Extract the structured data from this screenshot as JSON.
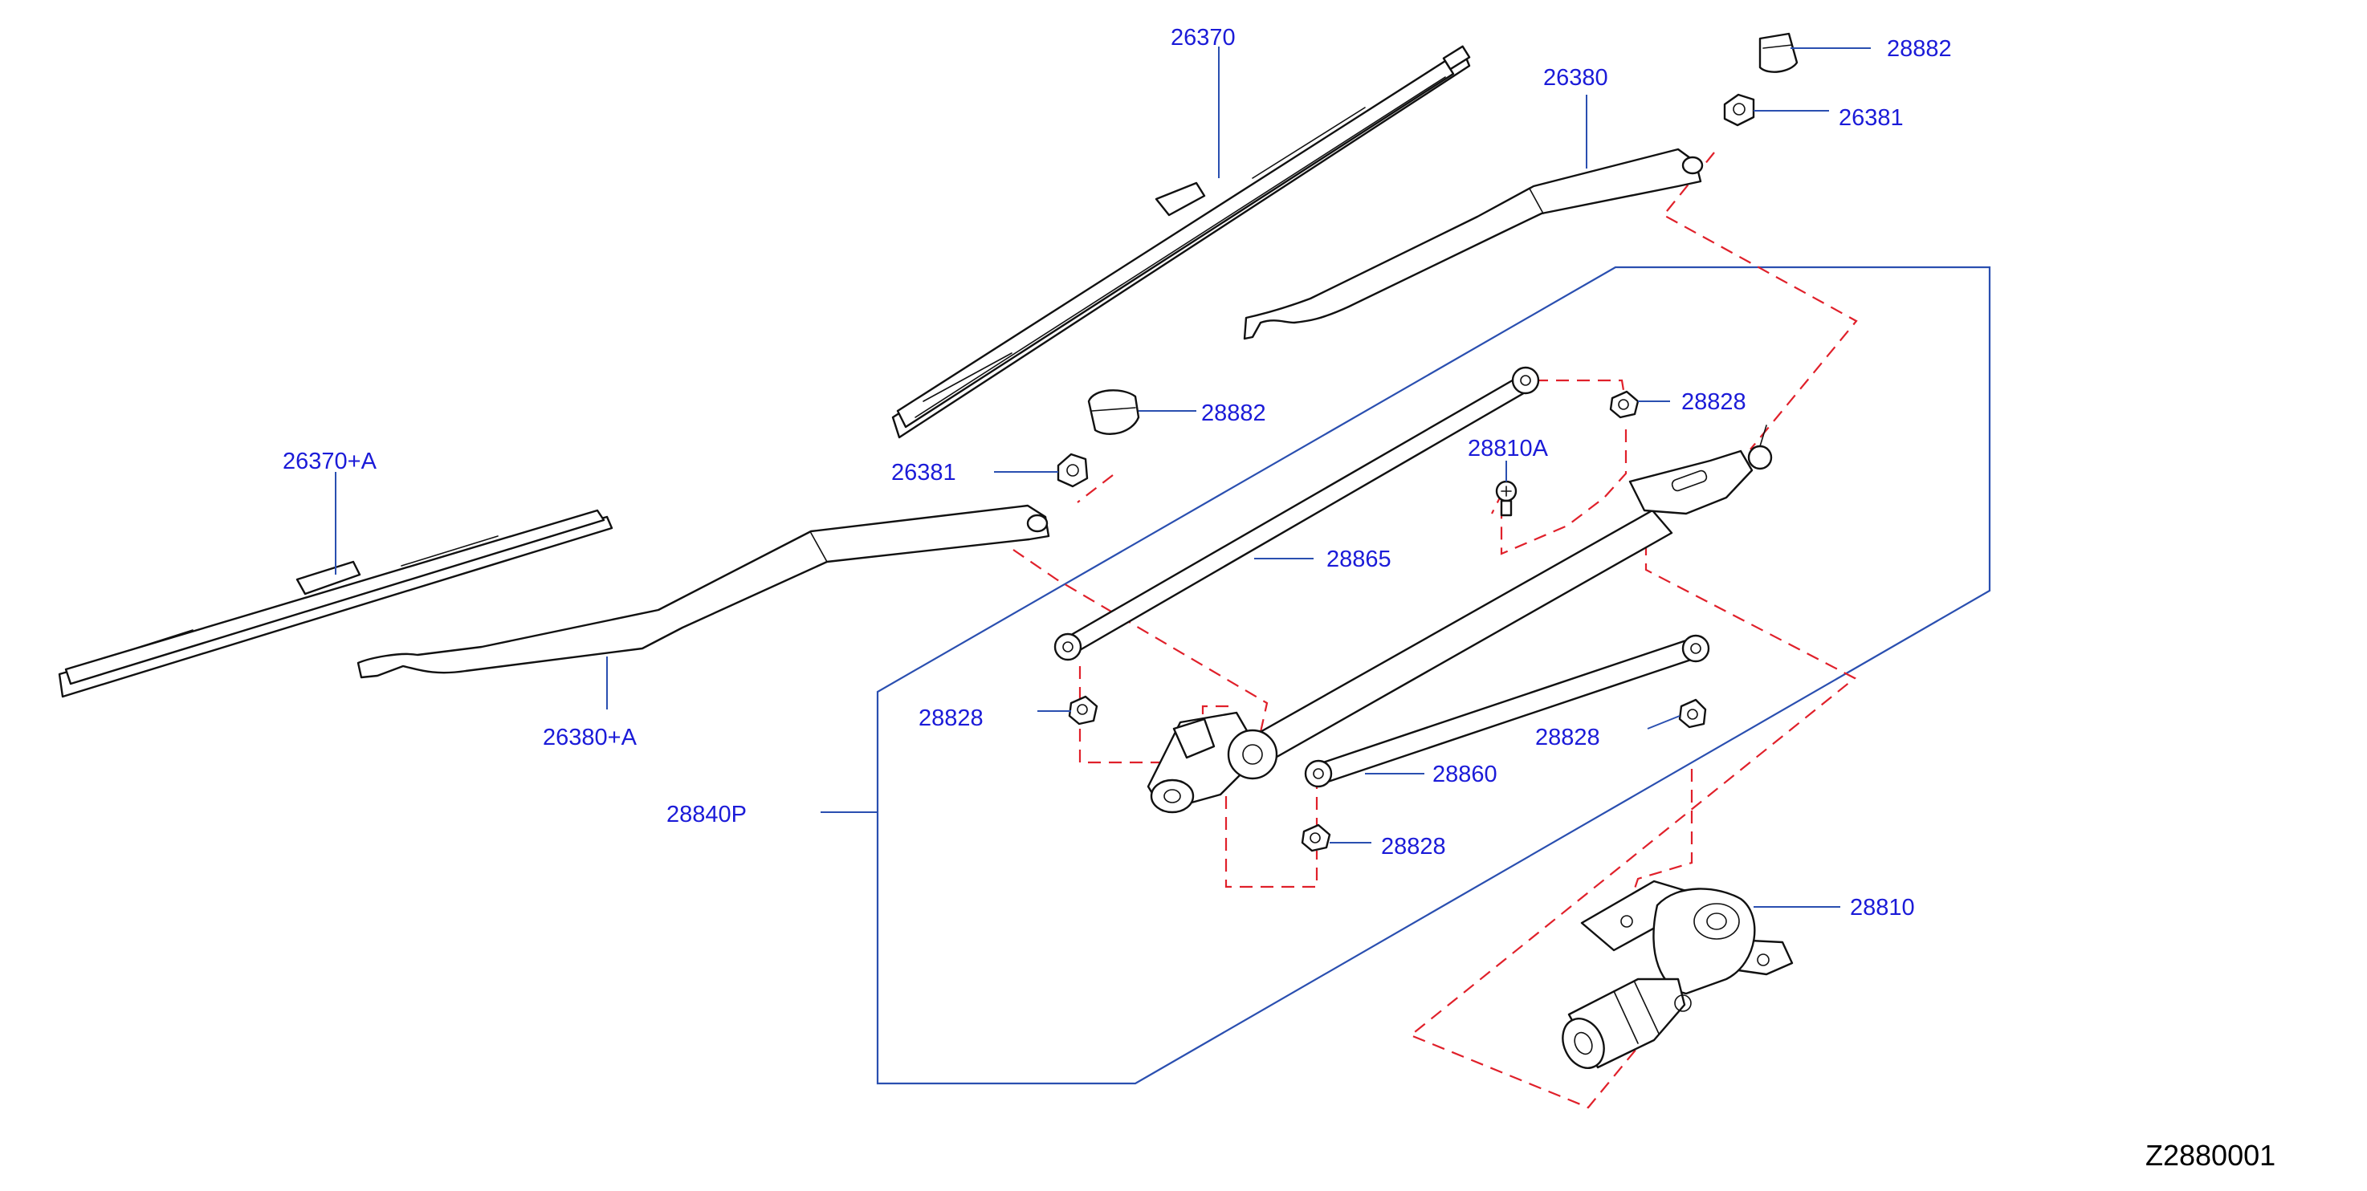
{
  "diagram_id": "Z2880001",
  "callouts": [
    {
      "id": "c1",
      "text": "26370"
    },
    {
      "id": "c2",
      "text": "26380"
    },
    {
      "id": "c3",
      "text": "28882"
    },
    {
      "id": "c4",
      "text": "26381"
    },
    {
      "id": "c5",
      "text": "28882"
    },
    {
      "id": "c6",
      "text": "26381"
    },
    {
      "id": "c7",
      "text": "26370+A"
    },
    {
      "id": "c8",
      "text": "26380+A"
    },
    {
      "id": "c9",
      "text": "28828"
    },
    {
      "id": "c10",
      "text": "28810A"
    },
    {
      "id": "c11",
      "text": "28865"
    },
    {
      "id": "c12",
      "text": "28828"
    },
    {
      "id": "c13",
      "text": "28828"
    },
    {
      "id": "c14",
      "text": "28860"
    },
    {
      "id": "c15",
      "text": "28828"
    },
    {
      "id": "c16",
      "text": "28840P"
    },
    {
      "id": "c17",
      "text": "28810"
    }
  ],
  "colors": {
    "label": "#1b1bd8",
    "leader": "#2a4fb0",
    "hidden_link": "#e0202a",
    "outline": "#111111"
  }
}
